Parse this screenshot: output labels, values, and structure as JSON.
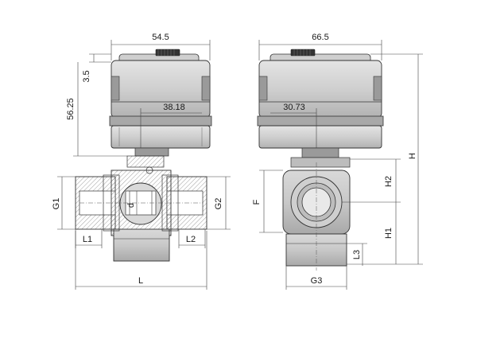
{
  "left_view": {
    "labels": {
      "width_top": "54.5",
      "height_cap": "3.5",
      "height_actuator": "56.25",
      "inner_width": "38.18",
      "port_left": "G1",
      "port_right": "G2",
      "bore": "d",
      "thread_left": "L1",
      "thread_right": "L2",
      "length": "L"
    }
  },
  "right_view": {
    "labels": {
      "width_top": "66.5",
      "inner_width": "30.73",
      "flange": "F",
      "upper_height": "H2",
      "lower_height": "H1",
      "total_height": "H",
      "bottom_thread": "L3",
      "port_bottom": "G3"
    }
  },
  "colors": {
    "actuator_light": "#d6d6d6",
    "actuator_mid": "#b8b8b8",
    "actuator_dark": "#8c8c8c",
    "body_metal": "#c4c4c4",
    "line": "#333333"
  }
}
